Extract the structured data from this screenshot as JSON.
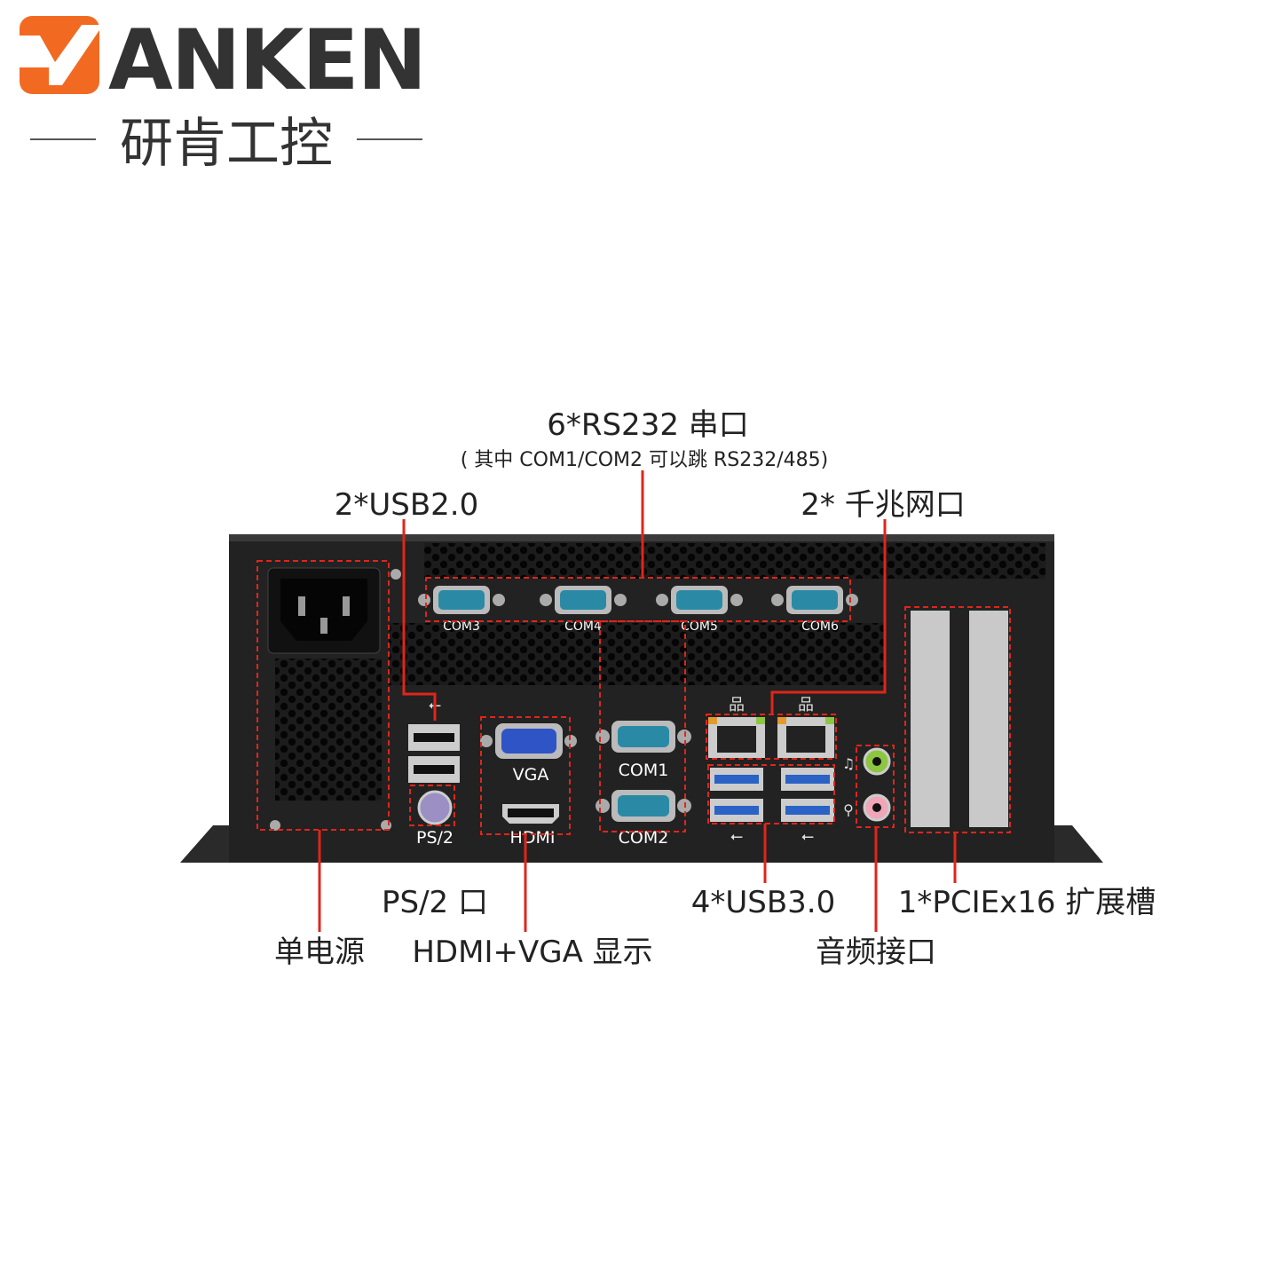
{
  "logo": {
    "brand": "YANKEN",
    "brand_text": "ANKEN",
    "tagline": "研肯工控",
    "brand_color": "#f26a22",
    "text_color": "#333333"
  },
  "annotations": {
    "rs232_title": "6*RS232 串口",
    "rs232_note": "( 其中 COM1/COM2 可以跳 RS232/485)",
    "usb2": "2*USB2.0",
    "lan": "2* 千兆网口",
    "power": "单电源",
    "ps2": "PS/2 口",
    "display": "HDMI+VGA 显示",
    "usb3": "4*USB3.0",
    "audio": "音频接口",
    "pcie": "1*PCIEx16 扩展槽",
    "line_color": "#e0251b"
  },
  "ports": {
    "com3": "COM3",
    "com4": "COM4",
    "com5": "COM5",
    "com6": "COM6",
    "com1": "COM1",
    "com2": "COM2",
    "vga": "VGA",
    "hdmi": "HDMI",
    "ps2": "PS/2"
  }
}
